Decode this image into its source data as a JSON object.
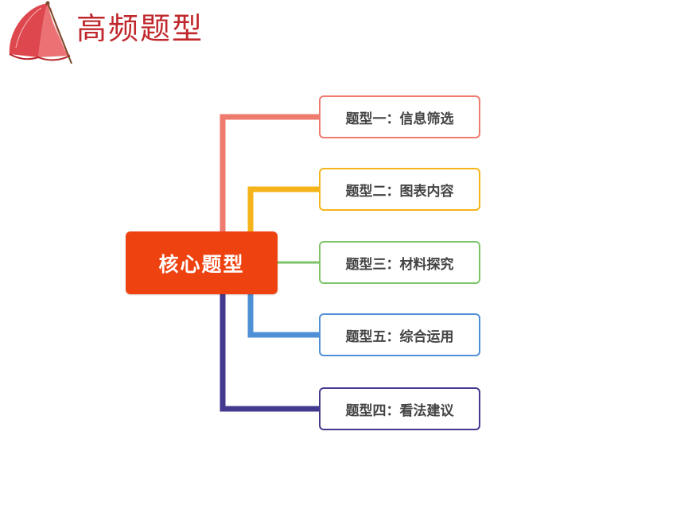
{
  "header": {
    "title": "高频题型",
    "logo_icon": "red-umbrella-icon"
  },
  "mindmap": {
    "root": {
      "label": "核心题型",
      "color": "#ee4211"
    },
    "branches": [
      {
        "label": "题型一：信息筛选",
        "color": "#ef7a6e"
      },
      {
        "label": "题型二：图表内容",
        "color": "#f5b41a"
      },
      {
        "label": "题型三：材料探究",
        "color": "#7cc36a"
      },
      {
        "label": "题型五：综合运用",
        "color": "#4f8fd6"
      },
      {
        "label": "题型四：看法建议",
        "color": "#433a8f"
      }
    ]
  }
}
